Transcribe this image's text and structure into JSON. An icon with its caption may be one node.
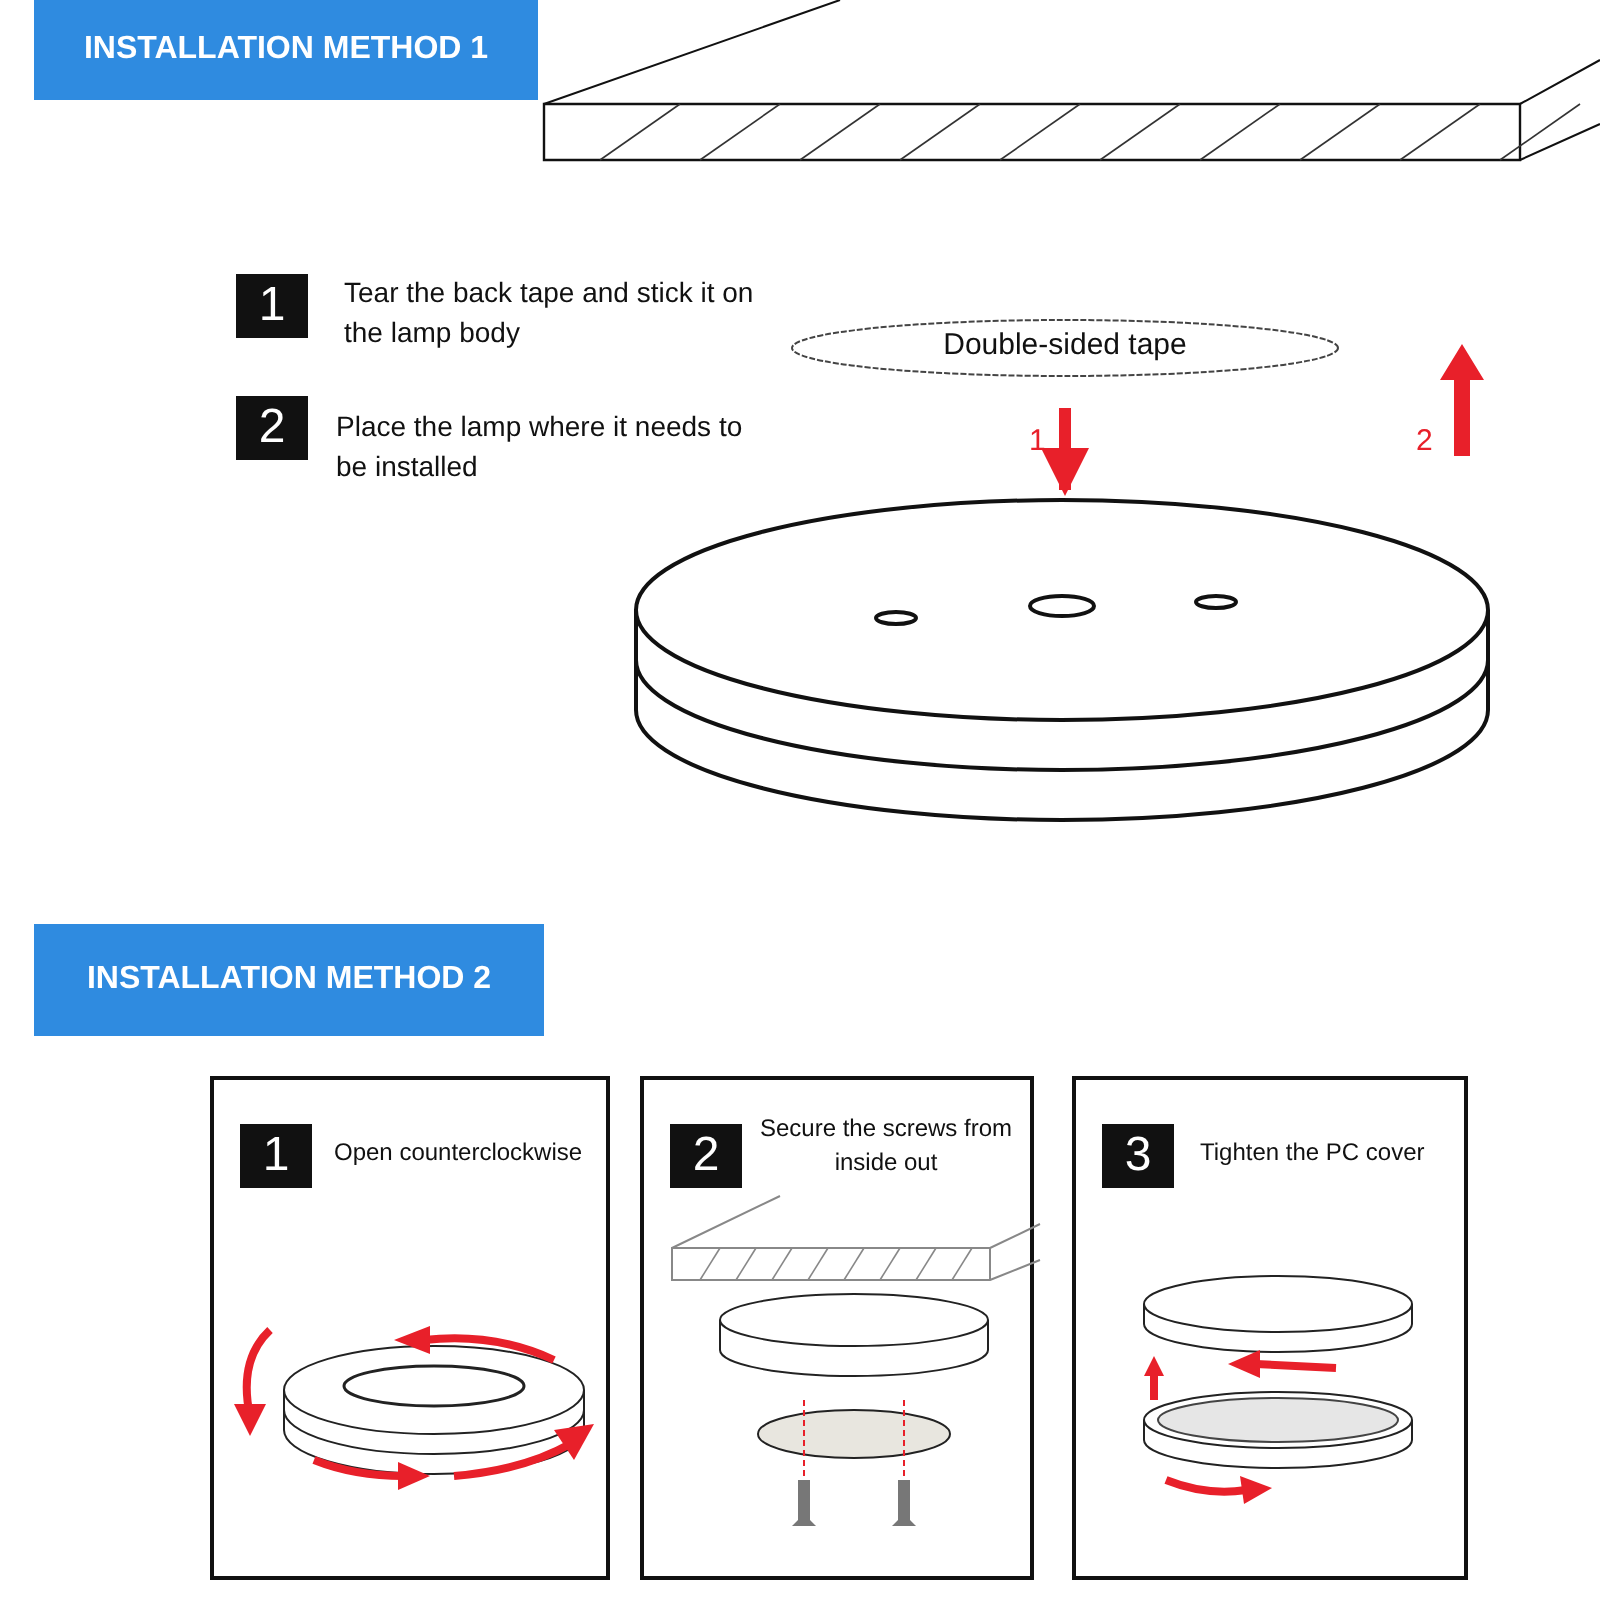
{
  "diagram": {
    "nodes": [
      {
        "text": [
          "INSTALLATION METHOD 1"
        ]
      },
      {
        "text": [
          "1"
        ],
        "beside": [
          "Tear the back tape and stick it on the lamp body"
        ]
      },
      {
        "text": [
          "2"
        ],
        "beside": [
          "Place the lamp where it needs to be installed"
        ]
      },
      {
        "text": [
          "Double-sided tape"
        ]
      },
      {
        "text": [],
        "shape": "picture"
      },
      {
        "text": [
          "INSTALLATION METHOD 2"
        ]
      },
      {
        "text": [],
        "shape": "box"
      },
      {
        "text": [
          "1"
        ],
        "beside": [
          "Open counterclockwise"
        ],
        "in": 6
      },
      {
        "text": [],
        "shape": "box"
      },
      {
        "text": [
          "2"
        ],
        "beside": [
          "Secure the screws from inside out"
        ],
        "in": 8
      },
      {
        "text": [],
        "shape": "box"
      },
      {
        "text": [
          "3"
        ],
        "beside": [
          "Tighten the PC cover"
        ],
        "in": 10
      }
    ],
    "edges": [
      {
        "from": 3,
        "to": 4,
        "arrow": "to",
        "label": "1"
      }
    ],
    "labels": [
      "2"
    ]
  }
}
